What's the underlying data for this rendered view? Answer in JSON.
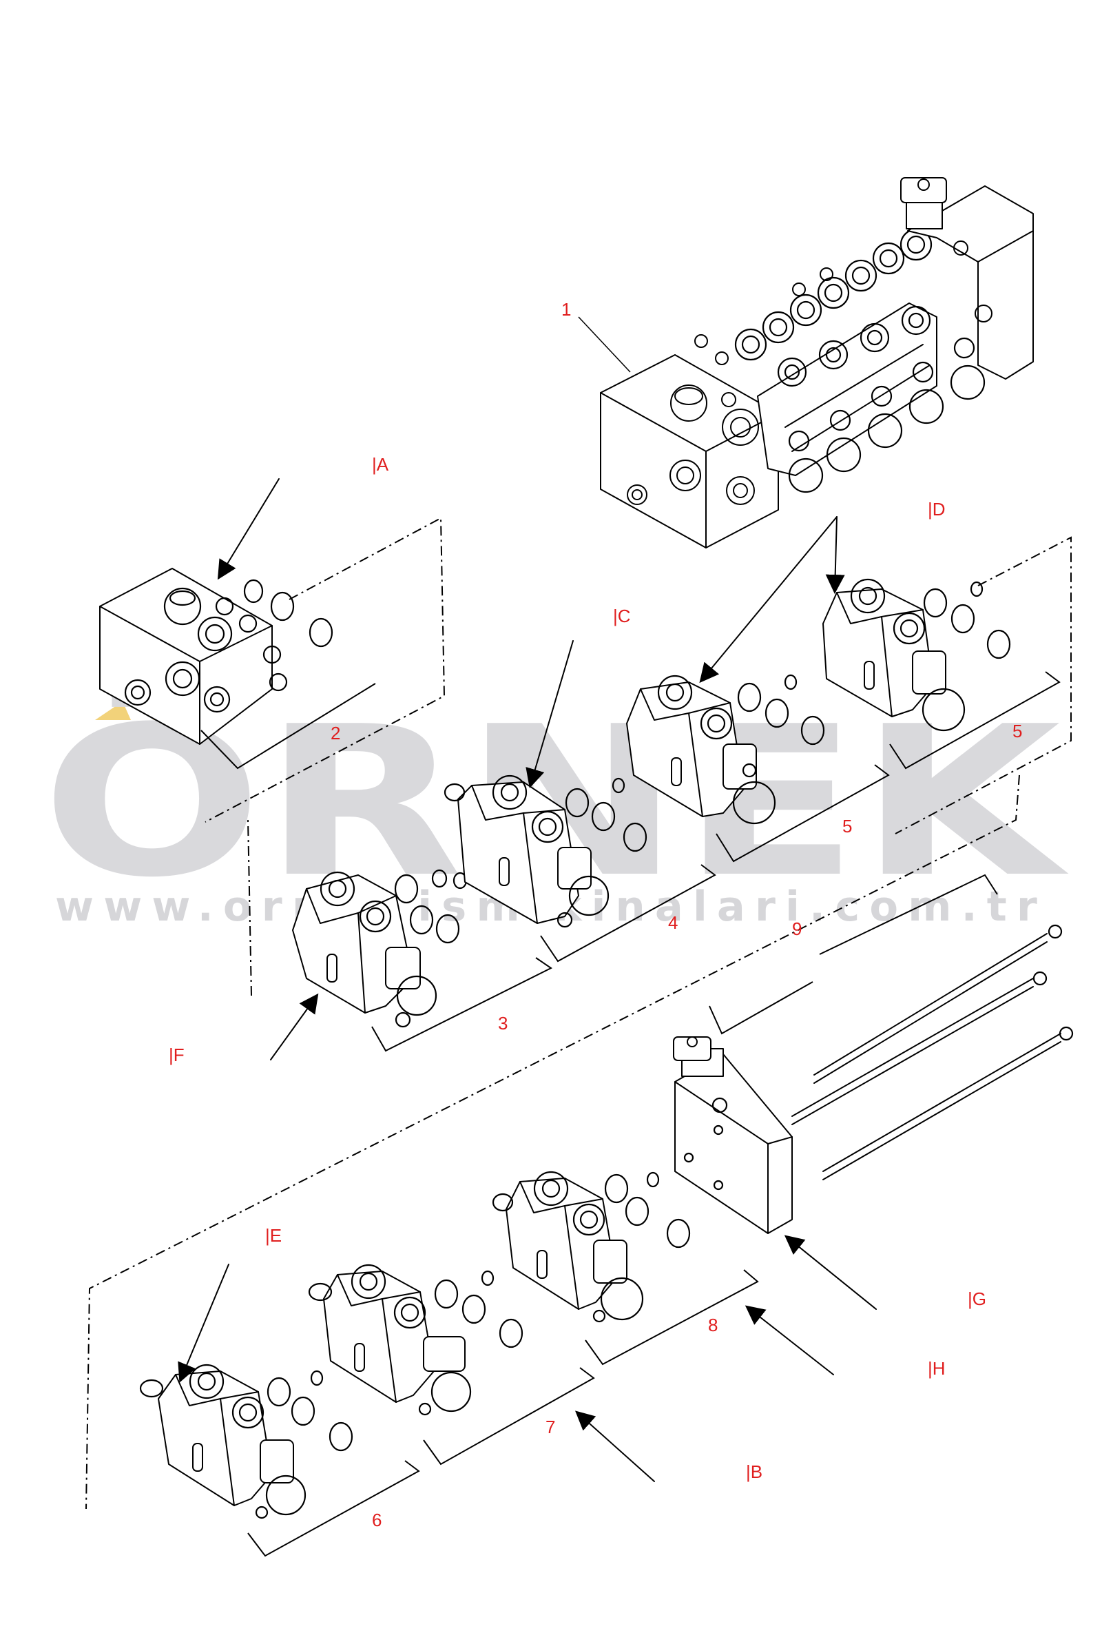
{
  "watermark": {
    "brand": "ÖRNEK",
    "url": "www.orn   k  ism  kinalari.com.tr"
  },
  "callouts": {
    "n1": "1",
    "n2": "2",
    "n3": "3",
    "n4": "4",
    "n5a": "5",
    "n5b": "5",
    "n6": "6",
    "n7": "7",
    "n8": "8",
    "n9": "9"
  },
  "views": {
    "A": "|A",
    "B": "|B",
    "C": "|C",
    "D": "|D",
    "E": "|E",
    "F": "|F",
    "G": "|G",
    "H": "|H"
  }
}
